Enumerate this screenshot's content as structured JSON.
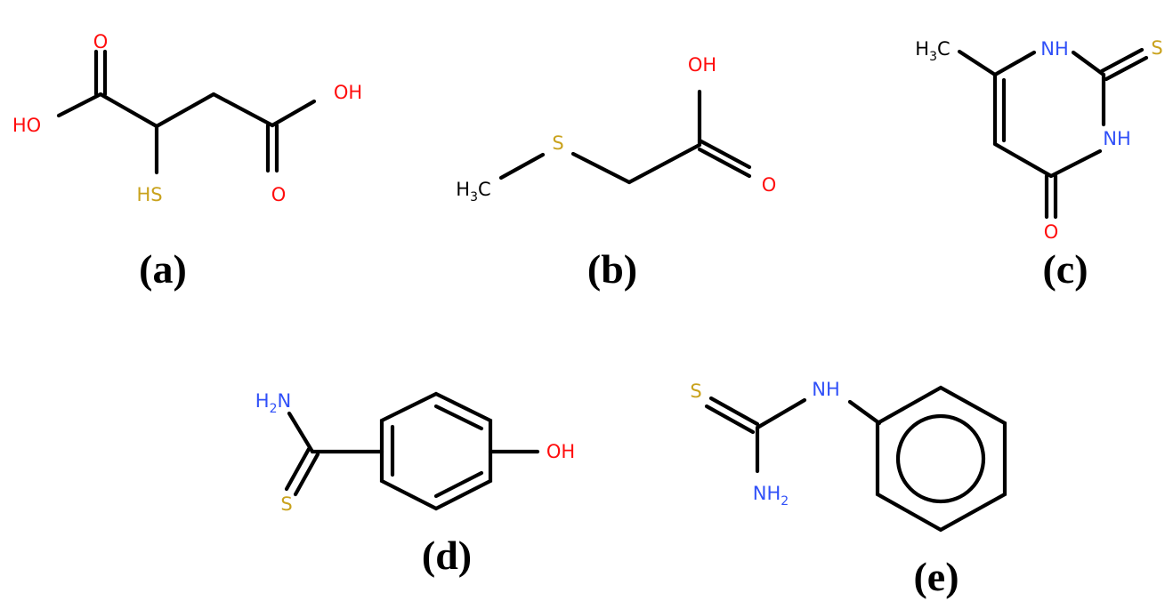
{
  "colors": {
    "bond": "#000000",
    "O": "#ff0d0d",
    "S": "#c9a21c",
    "N": "#3050f8",
    "C": "#000000"
  },
  "captions": {
    "a": "(a)",
    "b": "(b)",
    "c": "(c)",
    "d": "(d)",
    "e": "(e)"
  },
  "molecules": {
    "a": {
      "o_top": "O",
      "ho_left": "HO",
      "oh_right": "OH",
      "sh": "HS",
      "o_bottom": "O"
    },
    "b": {
      "oh": "OH",
      "s": "S",
      "h3c": {
        "main": "H",
        "sub": "3",
        "tail": "C"
      },
      "o": "O"
    },
    "c": {
      "h3c": {
        "main": "H",
        "sub": "3",
        "tail": "C"
      },
      "nh_top": "NH",
      "s": "S",
      "nh_right": "NH",
      "o": "O"
    },
    "d": {
      "h2n": {
        "main": "H",
        "sub": "2",
        "tail": "N"
      },
      "oh": "OH",
      "s": "S"
    },
    "e": {
      "s": "S",
      "nh": "NH",
      "nh2": {
        "main": "NH",
        "sub": "2"
      }
    }
  }
}
